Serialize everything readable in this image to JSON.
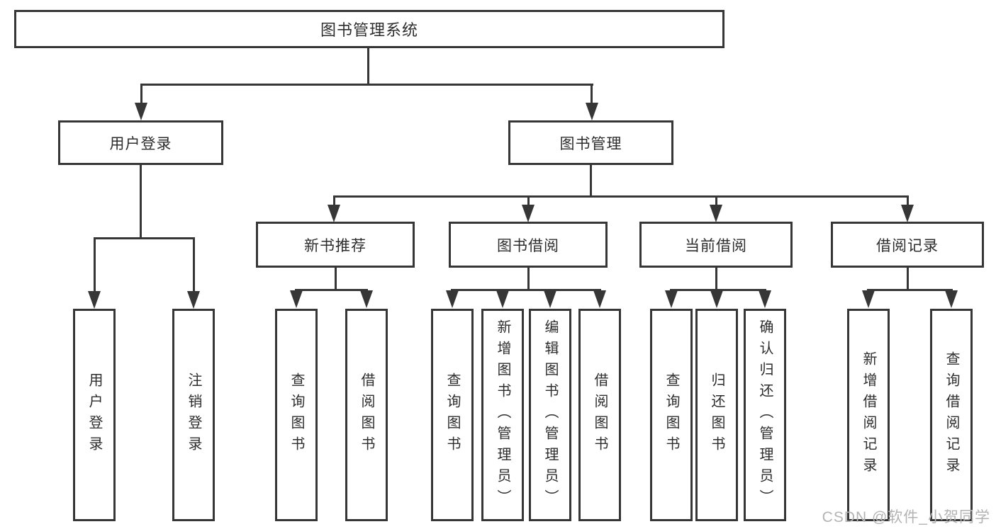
{
  "tree": {
    "root": {
      "label": "图书管理系统"
    },
    "level1": [
      {
        "label": "用户登录"
      },
      {
        "label": "图书管理"
      }
    ],
    "level2": [
      {
        "label": "新书推荐"
      },
      {
        "label": "图书借阅"
      },
      {
        "label": "当前借阅"
      },
      {
        "label": "借阅记录"
      }
    ],
    "leaves": [
      {
        "label": "用户登录"
      },
      {
        "label": "注销登录"
      },
      {
        "label": "查询图书"
      },
      {
        "label": "借阅图书"
      },
      {
        "label": "查询图书"
      },
      {
        "label": "新增图书（管理员）"
      },
      {
        "label": "编辑图书（管理员）"
      },
      {
        "label": "借阅图书"
      },
      {
        "label": "查询图书"
      },
      {
        "label": "归还图书"
      },
      {
        "label": "确认归还（管理员）"
      },
      {
        "label": "新增借阅记录"
      },
      {
        "label": "查询借阅记录"
      }
    ]
  },
  "watermark": {
    "text": "CSDN @软件_小贺同学"
  },
  "colors": {
    "line": "#363636",
    "text": "#2d2d2d",
    "background": "#ffffff",
    "watermark": "#b3b3b3"
  }
}
